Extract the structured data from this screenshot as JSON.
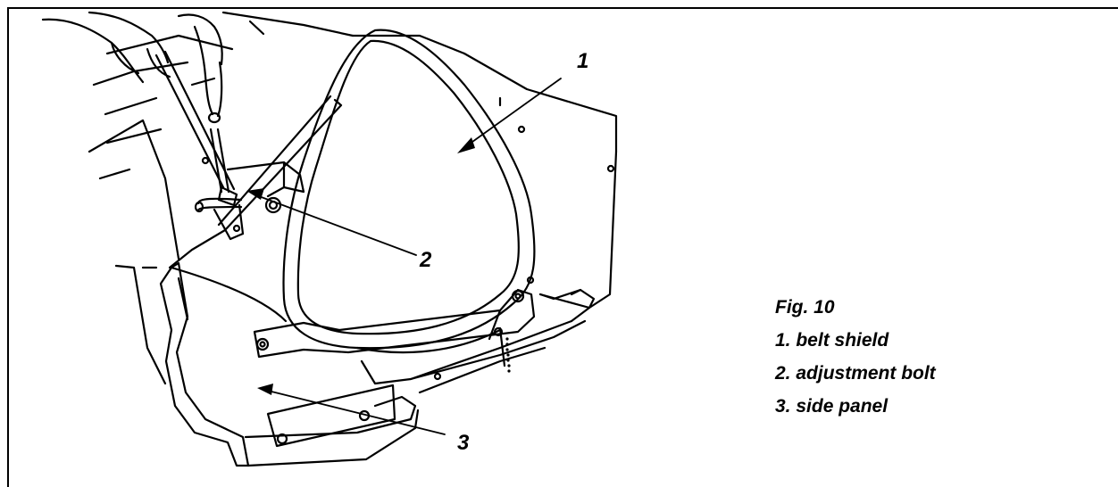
{
  "figure": {
    "title": "Fig. 10",
    "legend": [
      "1. belt shield",
      "2. adjustment bolt",
      "3. side panel"
    ]
  },
  "callouts": {
    "one": "1",
    "two": "2",
    "three": "3"
  }
}
